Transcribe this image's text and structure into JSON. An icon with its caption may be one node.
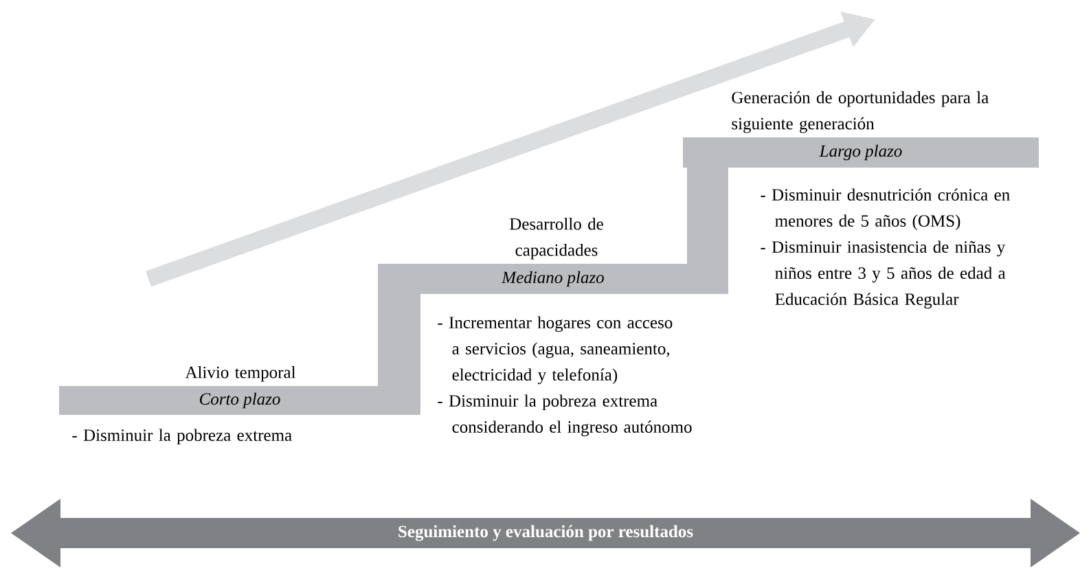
{
  "diagram": {
    "nodes": [
      {
        "text": [
          "Alivio temporal",
          "Corto plazo"
        ],
        "beside": [
          "- Disminuir la pobreza extrema"
        ]
      },
      {
        "text": [
          "Desarrollo de capacidades",
          "Mediano plazo"
        ],
        "beside": [
          "- Incrementar hogares con acceso a servicios (agua, saneamiento, electricidad y telefonía)",
          "- Disminuir la pobreza extrema considerando el ingreso autónomo"
        ]
      },
      {
        "text": [
          "Generación de oportunidades para la siguiente generación",
          "Largo plazo"
        ],
        "beside": [
          "- Disminuir desnutrición crónica en menores de 5 años (OMS)",
          "- Disminuir inasistencia de niñas y niños entre 3 y 5 años de edad a Educación Básica Regular"
        ]
      },
      {
        "text": [
          "Seguimiento y evaluación por resultados"
        ]
      }
    ]
  }
}
